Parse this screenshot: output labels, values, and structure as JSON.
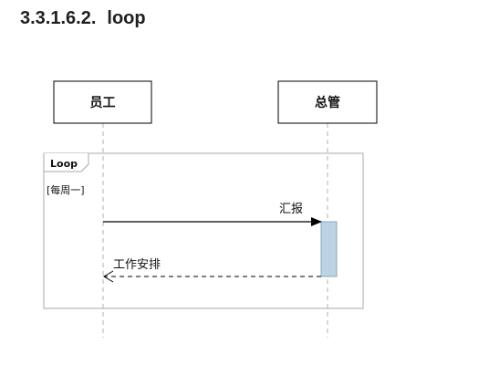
{
  "heading": {
    "number": "3.3.1.6.2.",
    "title": "loop"
  },
  "diagram": {
    "participants": [
      {
        "id": "employee",
        "label": "员工"
      },
      {
        "id": "manager",
        "label": "总管"
      }
    ],
    "fragment": {
      "operator": "Loop",
      "guard": "[每周一]"
    },
    "messages": [
      {
        "from": "employee",
        "to": "manager",
        "label": "汇报",
        "style": "solid-sync"
      },
      {
        "from": "manager",
        "to": "employee",
        "label": "工作安排",
        "style": "dashed-return"
      }
    ],
    "colors": {
      "line": "#000000",
      "lifeline": "#b0b0b0",
      "frame": "#a8a8a8",
      "activation_fill": "#bcd3e4",
      "activation_stroke": "#8aa6bc"
    }
  }
}
